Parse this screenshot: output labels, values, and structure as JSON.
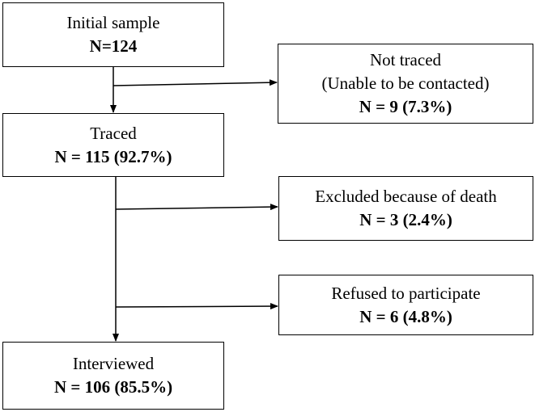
{
  "boxes": {
    "initial_sample": {
      "label": "Initial sample",
      "count": "N=124"
    },
    "not_traced": {
      "label": "Not traced",
      "reason": "(Unable to be contacted)",
      "count": "N = 9 (7.3%)"
    },
    "traced": {
      "label": "Traced",
      "count": "N = 115 (92.7%)"
    },
    "excluded_death": {
      "label": "Excluded because of death",
      "count": "N = 3 (2.4%)"
    },
    "refused": {
      "label": "Refused to participate",
      "count": "N = 6 (4.8%)"
    },
    "interviewed": {
      "label": "Interviewed",
      "count": "N = 106 (85.5%)"
    }
  },
  "colors": {
    "stroke": "#000000",
    "background": "#ffffff"
  }
}
